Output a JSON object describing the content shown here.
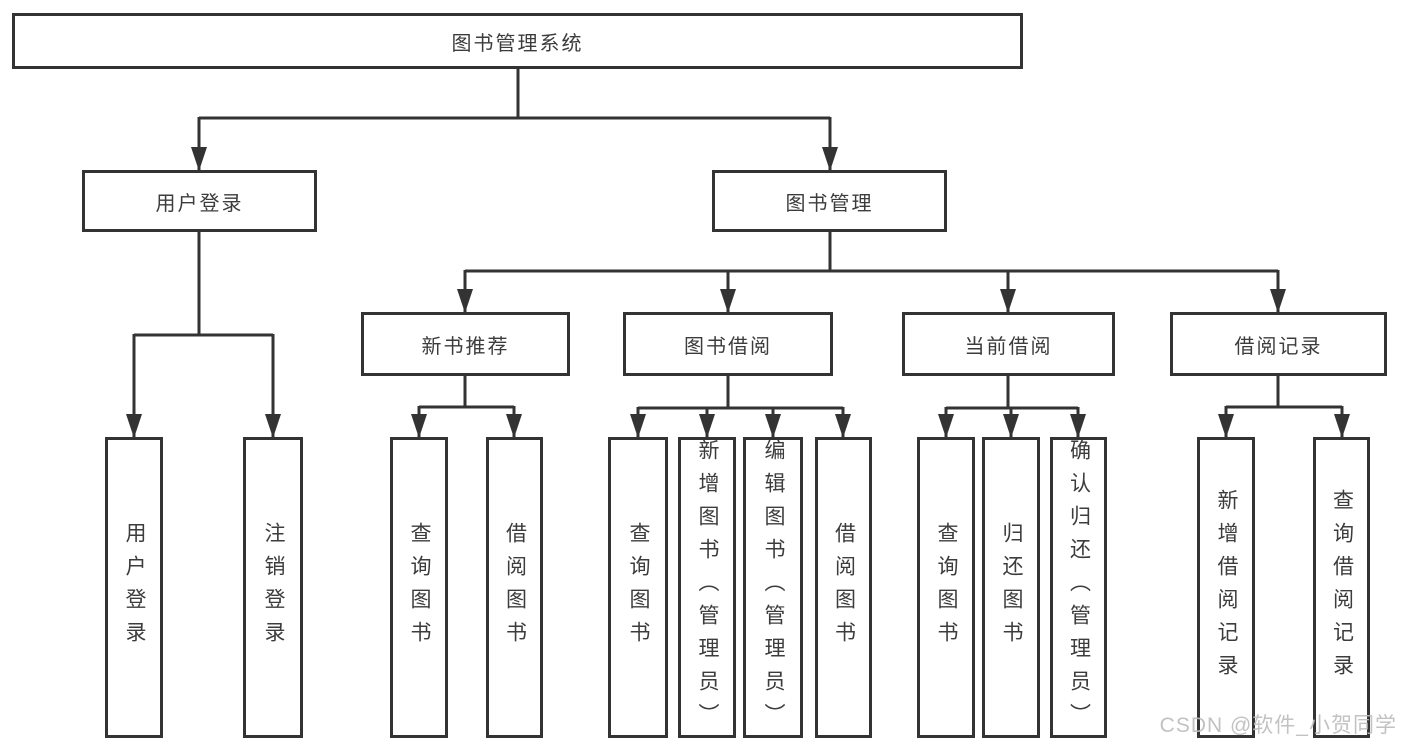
{
  "diagram": {
    "title": "图书管理系统",
    "branches": [
      {
        "label": "用户登录",
        "children": [
          {
            "label": "用户登录"
          },
          {
            "label": "注销登录"
          }
        ]
      },
      {
        "label": "图书管理",
        "children": [
          {
            "label": "新书推荐",
            "children": [
              {
                "label": "查询图书"
              },
              {
                "label": "借阅图书"
              }
            ]
          },
          {
            "label": "图书借阅",
            "children": [
              {
                "label": "查询图书"
              },
              {
                "label": "新增图书（管理员）"
              },
              {
                "label": "编辑图书（管理员）"
              },
              {
                "label": "借阅图书"
              }
            ]
          },
          {
            "label": "当前借阅",
            "children": [
              {
                "label": "查询图书"
              },
              {
                "label": "归还图书"
              },
              {
                "label": "确认归还（管理员）"
              }
            ]
          },
          {
            "label": "借阅记录",
            "children": [
              {
                "label": "新增借阅记录"
              },
              {
                "label": "查询借阅记录"
              }
            ]
          }
        ]
      }
    ]
  },
  "watermark": {
    "text": "CSDN @软件_小贺同学"
  },
  "colors": {
    "line": "#333333",
    "box_border": "#333333",
    "text": "#3c3c3c",
    "background": "#ffffff",
    "watermark": "#bdbdbd"
  }
}
